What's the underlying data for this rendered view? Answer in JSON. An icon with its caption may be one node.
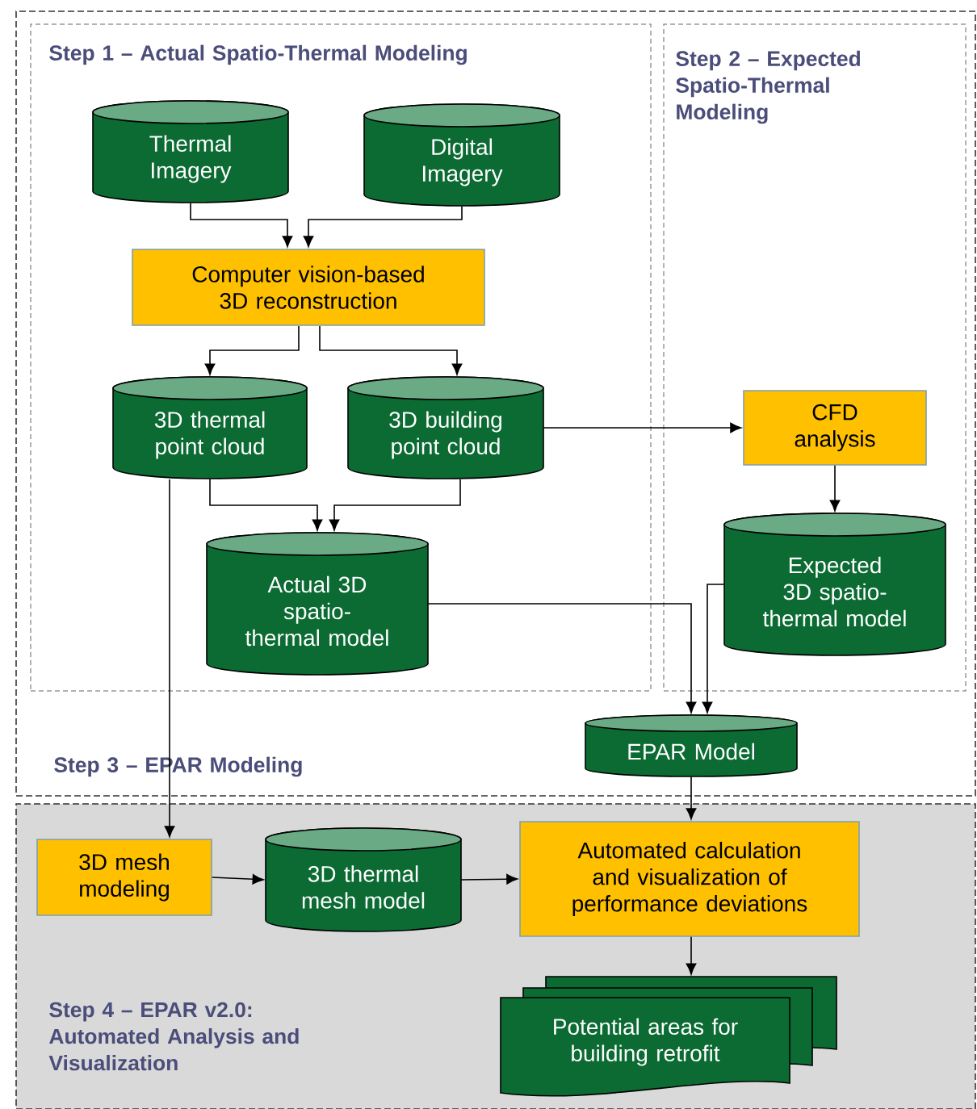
{
  "diagram": {
    "nodes": [
      {
        "text": [
          "Step 3 – EPAR Modeling"
        ]
      },
      {
        "text": [
          "Step 1 – Actual Spatio-Thermal Modeling"
        ],
        "in": 0
      },
      {
        "text": [
          "Step 2 – Expected Spatio-Thermal Modeling"
        ],
        "in": 0
      },
      {
        "text": [
          "Thermal Imagery"
        ],
        "in": 1
      },
      {
        "text": [
          "Digital Imagery"
        ],
        "in": 1
      },
      {
        "text": [
          "Computer vision-based 3D reconstruction"
        ],
        "in": 1
      },
      {
        "text": [
          "3D thermal point cloud"
        ],
        "in": 1
      },
      {
        "text": [
          "3D building point cloud"
        ],
        "in": 1
      },
      {
        "text": [
          "Actual 3D spatio-thermal model"
        ],
        "in": 1
      },
      {
        "text": [
          "CFD analysis"
        ],
        "in": 2
      },
      {
        "text": [
          "Expected 3D spatio-thermal model"
        ],
        "in": 2
      },
      {
        "text": [
          "EPAR Model"
        ],
        "in": 0
      },
      {
        "text": [
          "Step 4 – EPAR v2.0: Automated Analysis and Visualization"
        ]
      },
      {
        "text": [
          "3D mesh modeling"
        ],
        "in": 12
      },
      {
        "text": [
          "3D thermal mesh model"
        ],
        "in": 12
      },
      {
        "text": [
          "Automated calculation and visualization of performance deviations"
        ],
        "in": 12
      },
      {
        "text": [
          "Potential areas for building retrofit"
        ],
        "in": 12
      }
    ],
    "edges": [
      {
        "from": 3,
        "to": 5,
        "arrow": "to"
      },
      {
        "from": 4,
        "to": 5,
        "arrow": "to"
      },
      {
        "from": 5,
        "to": 6,
        "arrow": "to"
      },
      {
        "from": 5,
        "to": 7,
        "arrow": "to"
      },
      {
        "from": 6,
        "to": 8,
        "arrow": "to"
      },
      {
        "from": 7,
        "to": 8,
        "arrow": "to"
      },
      {
        "from": 7,
        "to": 9,
        "arrow": "to"
      },
      {
        "from": 9,
        "to": 10,
        "arrow": "to"
      },
      {
        "from": 8,
        "to": 11,
        "arrow": "to"
      },
      {
        "from": 10,
        "to": 11,
        "arrow": "to"
      },
      {
        "from": 6,
        "to": 13,
        "arrow": "to"
      },
      {
        "from": 13,
        "to": 14,
        "arrow": "to"
      },
      {
        "from": 14,
        "to": 15,
        "arrow": "to"
      },
      {
        "from": 11,
        "to": 15,
        "arrow": "to"
      },
      {
        "from": 15,
        "to": 16,
        "arrow": "to"
      }
    ]
  }
}
